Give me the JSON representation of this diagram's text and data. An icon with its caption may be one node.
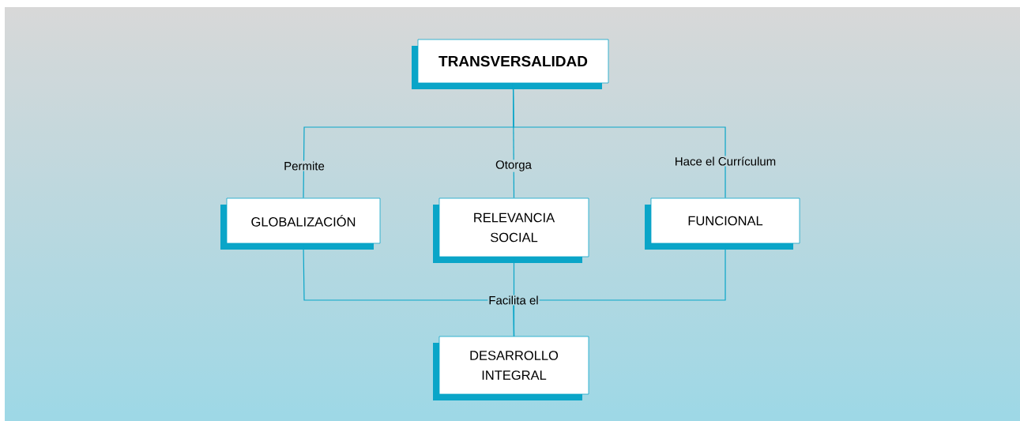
{
  "diagram": {
    "nodes": [
      {
        "text": [
          "TRANSVERSALIDAD"
        ]
      },
      {
        "text": [
          "GLOBALIZACIÓN"
        ]
      },
      {
        "text": [
          "RELEVANCIA SOCIAL"
        ]
      },
      {
        "text": [
          "FUNCIONAL"
        ]
      },
      {
        "text": [
          "DESARROLLO INTEGRAL"
        ]
      }
    ],
    "edges": [
      {
        "from": 0,
        "to": 1,
        "arrow": "none",
        "label": "Permite"
      },
      {
        "from": 0,
        "to": 2,
        "arrow": "none",
        "label": "Otorga"
      },
      {
        "from": 0,
        "to": 3,
        "arrow": "none",
        "label": "Hace el Currículum"
      },
      {
        "from": 1,
        "to": 4,
        "arrow": "none"
      },
      {
        "from": 2,
        "to": 4,
        "arrow": "none",
        "label": "Facilita el"
      },
      {
        "from": 3,
        "to": 4,
        "arrow": "none"
      }
    ]
  }
}
